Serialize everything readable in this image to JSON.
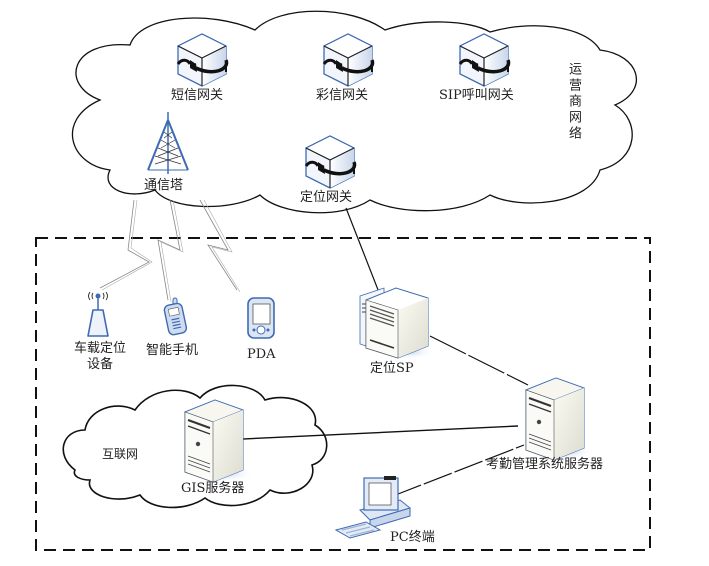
{
  "diagram": {
    "regions": {
      "carrier_cloud": "运营商网络",
      "internet_cloud": "互联网",
      "enterprise_boundary": ""
    },
    "nodes": {
      "sms_gateway": "短信网关",
      "mms_gateway": "彩信网关",
      "sip_gateway": "SIP呼叫网关",
      "location_gateway": "定位网关",
      "cell_tower": "通信塔",
      "vehicle_locator": "车载定位设备",
      "smartphone": "智能手机",
      "pda": "PDA",
      "location_sp": "定位SP",
      "attendance_server": "考勤管理系统服务器",
      "gis_server": "GIS服务器",
      "pc_terminal": "PC终端"
    },
    "edges": [
      {
        "from": "cell_tower",
        "to": "vehicle_locator",
        "type": "wireless"
      },
      {
        "from": "cell_tower",
        "to": "smartphone",
        "type": "wireless"
      },
      {
        "from": "cell_tower",
        "to": "pda",
        "type": "wireless"
      },
      {
        "from": "location_gateway",
        "to": "location_sp",
        "type": "wired"
      },
      {
        "from": "location_sp",
        "to": "attendance_server",
        "type": "wired"
      },
      {
        "from": "gis_server",
        "to": "attendance_server",
        "type": "wired"
      },
      {
        "from": "pc_terminal",
        "to": "attendance_server",
        "type": "wired"
      }
    ],
    "colors": {
      "icon_blue": "#3d6bb3",
      "icon_fill": "#e6ecf6",
      "line": "#111111",
      "wireless": "#888888"
    }
  }
}
